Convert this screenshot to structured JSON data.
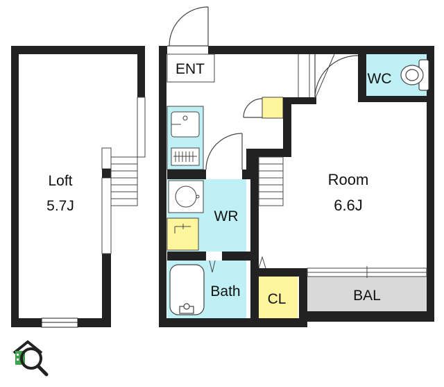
{
  "colors": {
    "wall": "#222222",
    "wet_area": "#bff0f5",
    "storage": "#fff59d",
    "balcony": "#d9d9d9",
    "room": "#ffffff",
    "logo_green": "#3fa34d"
  },
  "rooms": {
    "ent": {
      "label": "ENT"
    },
    "wc": {
      "label": "WC"
    },
    "room": {
      "label": "Room",
      "size": "6.6J"
    },
    "loft": {
      "label": "Loft",
      "size": "5.7J"
    },
    "wr": {
      "label": "WR"
    },
    "bath": {
      "label": "Bath"
    },
    "cl": {
      "label": "CL"
    },
    "bal": {
      "label": "BAL"
    }
  },
  "icons": [
    "logo-house-magnifier-icon",
    "toilet-icon",
    "sink-icon",
    "stove-icon",
    "washing-machine-icon",
    "washbasin-icon",
    "bathtub-icon",
    "stairs-icon",
    "door-icon"
  ]
}
